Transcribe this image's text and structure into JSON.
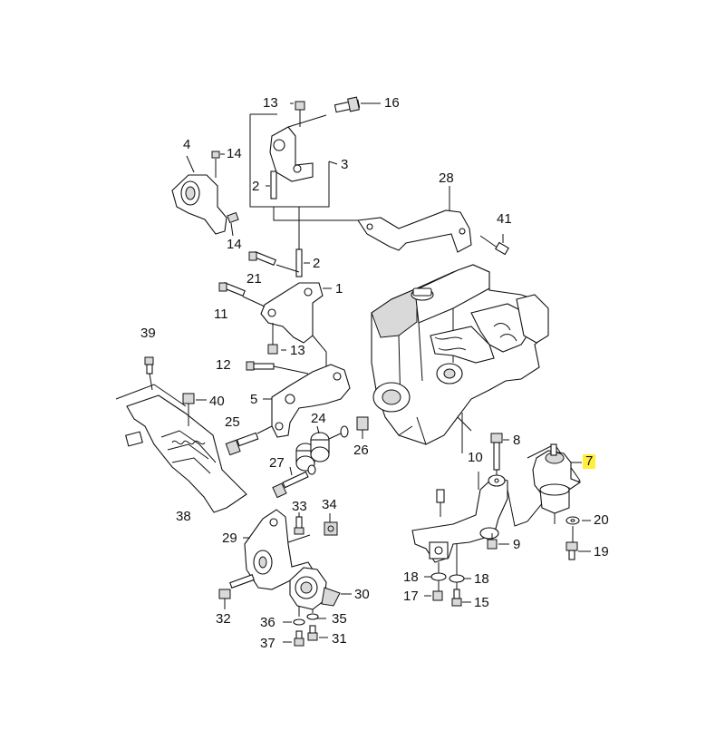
{
  "colors": {
    "line": "#111111",
    "highlight": "#ffef3a",
    "background": "#ffffff",
    "shading": "#d9d9d9"
  },
  "highlighted_part": "7",
  "labels": {
    "p1": "1",
    "p2a": "2",
    "p2b": "2",
    "p3": "3",
    "p4": "4",
    "p5": "5",
    "p7": "7",
    "p8": "8",
    "p9": "9",
    "p10": "10",
    "p11": "11",
    "p12": "12",
    "p13a": "13",
    "p13b": "13",
    "p14a": "14",
    "p14b": "14",
    "p15": "15",
    "p16": "16",
    "p17": "17",
    "p18a": "18",
    "p18b": "18",
    "p19": "19",
    "p20": "20",
    "p21": "21",
    "p24": "24",
    "p25": "25",
    "p26": "26",
    "p27": "27",
    "p28": "28",
    "p29": "29",
    "p30": "30",
    "p31": "31",
    "p32": "32",
    "p33": "33",
    "p34": "34",
    "p35": "35",
    "p36": "36",
    "p37": "37",
    "p38": "38",
    "p39": "39",
    "p40": "40",
    "p41": "41"
  }
}
